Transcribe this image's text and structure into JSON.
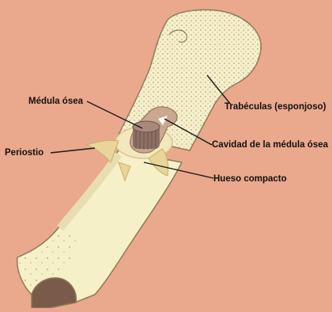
{
  "labels": {
    "medula": "Médula ósea",
    "trabeculas": "Trabéculas (esponjoso)",
    "cavidad": "Cavidad de la médula ósea",
    "periostio": "Periostio",
    "hueso_compacto": "Hueso compacto"
  },
  "colors": {
    "background": "#eaa88d",
    "bone": "#f6f0c9",
    "bone_outline": "#8b7a55",
    "spongy_dots": "#b6a394",
    "periosteum": "#e9d49a",
    "marrow": "#8e6f63",
    "leader_line": "#1a1a1a"
  }
}
